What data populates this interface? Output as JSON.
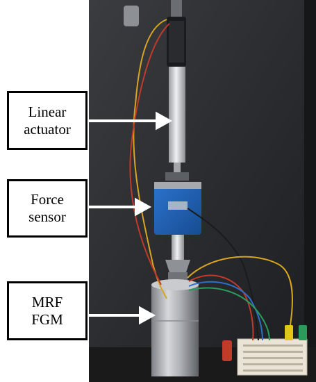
{
  "labels": {
    "linear_actuator": {
      "line1": "Linear",
      "line2": "actuator"
    },
    "force_sensor": {
      "line1": "Force",
      "line2": "sensor"
    },
    "mrf_fgm": {
      "line1": "MRF",
      "line2": "FGM"
    }
  },
  "colors": {
    "background_wall": "#2b2d30",
    "sensor_blue": "#1f5fb0",
    "metal": "#b9bcc0",
    "wire_yellow": "#d8a520",
    "wire_red": "#c23a2a",
    "wire_blue": "#2f6fc9",
    "wire_green": "#2c9a5a",
    "breadboard": "#e9e4d6"
  }
}
